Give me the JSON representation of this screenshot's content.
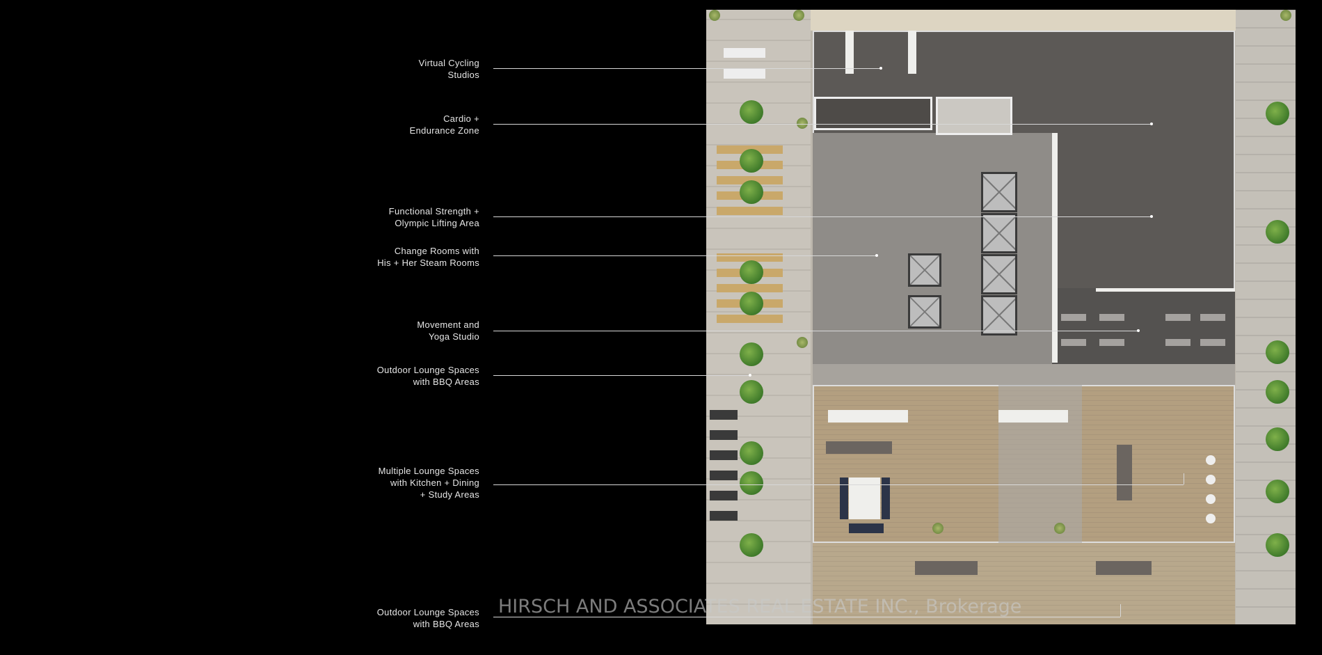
{
  "labels": [
    {
      "line1": "Virtual Cycling",
      "line2": "Studios"
    },
    {
      "line1": "Cardio +",
      "line2": "Endurance Zone"
    },
    {
      "line1": "Functional Strength +",
      "line2": "Olympic Lifting Area"
    },
    {
      "line1": "Change Rooms with",
      "line2": "His + Her Steam Rooms"
    },
    {
      "line1": "Movement and",
      "line2": "Yoga Studio"
    },
    {
      "line1": "Outdoor Lounge Spaces",
      "line2": "with BBQ Areas"
    },
    {
      "line1": "Multiple Lounge Spaces",
      "line2": "with Kitchen + Dining",
      "line3": "+ Study Areas"
    },
    {
      "line1": "Outdoor Lounge Spaces",
      "line2": "with BBQ Areas"
    }
  ],
  "watermark": "HIRSCH AND ASSOCIATES REAL ESTATE INC., Brokerage"
}
